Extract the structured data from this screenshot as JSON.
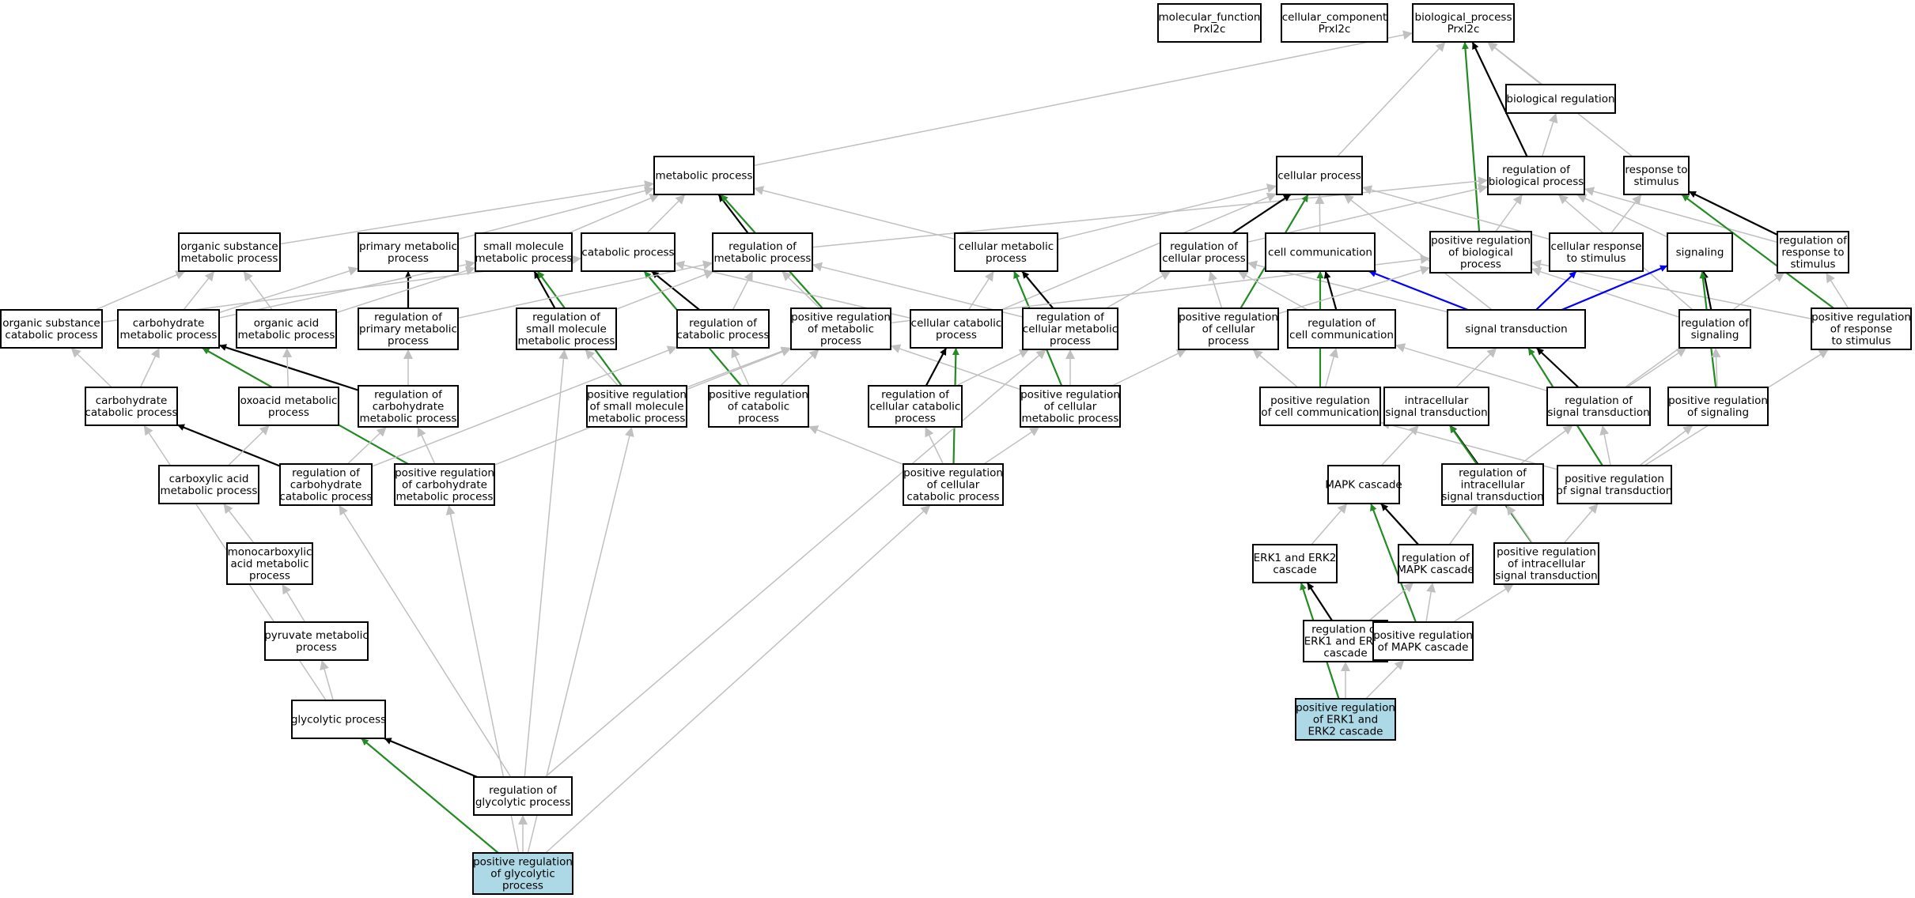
{
  "colors": {
    "is_a": "#c0c0c0",
    "regulates": "#000000",
    "positively_regulates": "#228b22",
    "part_of": "#0000ff",
    "highlight_fill": "#add8e6"
  },
  "nodes": [
    {
      "id": "mf",
      "lines": [
        "molecular_function",
        "Prxl2c"
      ]
    },
    {
      "id": "cc",
      "lines": [
        "cellular_component",
        "Prxl2c"
      ]
    },
    {
      "id": "bp",
      "lines": [
        "biological_process",
        "Prxl2c"
      ]
    },
    {
      "id": "breg",
      "lines": [
        "biological regulation"
      ]
    },
    {
      "id": "mp",
      "lines": [
        "metabolic process"
      ]
    },
    {
      "id": "cp",
      "lines": [
        "cellular process"
      ]
    },
    {
      "id": "rbp",
      "lines": [
        "regulation of",
        "biological process"
      ]
    },
    {
      "id": "rts",
      "lines": [
        "response to",
        "stimulus"
      ]
    },
    {
      "id": "osmp",
      "lines": [
        "organic substance",
        "metabolic process"
      ]
    },
    {
      "id": "pmp",
      "lines": [
        "primary metabolic",
        "process"
      ]
    },
    {
      "id": "smmp",
      "lines": [
        "small molecule",
        "metabolic process"
      ]
    },
    {
      "id": "catp",
      "lines": [
        "catabolic process"
      ]
    },
    {
      "id": "rmp",
      "lines": [
        "regulation of",
        "metabolic process"
      ]
    },
    {
      "id": "cmp",
      "lines": [
        "cellular metabolic",
        "process"
      ]
    },
    {
      "id": "rcp",
      "lines": [
        "regulation of",
        "cellular process"
      ]
    },
    {
      "id": "ccom",
      "lines": [
        "cell communication"
      ]
    },
    {
      "id": "prbp",
      "lines": [
        "positive regulation",
        "of biological",
        "process"
      ]
    },
    {
      "id": "crs",
      "lines": [
        "cellular response",
        "to stimulus"
      ]
    },
    {
      "id": "sig",
      "lines": [
        "signaling"
      ]
    },
    {
      "id": "rrs",
      "lines": [
        "regulation of",
        "response to",
        "stimulus"
      ]
    },
    {
      "id": "oscp",
      "lines": [
        "organic substance",
        "catabolic process"
      ]
    },
    {
      "id": "chmp",
      "lines": [
        "carbohydrate",
        "metabolic process"
      ]
    },
    {
      "id": "oamp",
      "lines": [
        "organic acid",
        "metabolic process"
      ]
    },
    {
      "id": "rpmp",
      "lines": [
        "regulation of",
        "primary metabolic",
        "process"
      ]
    },
    {
      "id": "rsmmp",
      "lines": [
        "regulation of",
        "small molecule",
        "metabolic process"
      ]
    },
    {
      "id": "rcatp",
      "lines": [
        "regulation of",
        "catabolic process"
      ]
    },
    {
      "id": "prmp",
      "lines": [
        "positive regulation",
        "of metabolic",
        "process"
      ]
    },
    {
      "id": "ccatp",
      "lines": [
        "cellular catabolic",
        "process"
      ]
    },
    {
      "id": "rcmp",
      "lines": [
        "regulation of",
        "cellular metabolic",
        "process"
      ]
    },
    {
      "id": "prcp",
      "lines": [
        "positive regulation",
        "of cellular",
        "process"
      ]
    },
    {
      "id": "rccom",
      "lines": [
        "regulation of",
        "cell communication"
      ]
    },
    {
      "id": "st",
      "lines": [
        "signal transduction"
      ]
    },
    {
      "id": "rsig",
      "lines": [
        "regulation of",
        "signaling"
      ]
    },
    {
      "id": "prrs",
      "lines": [
        "positive regulation",
        "of response",
        "to stimulus"
      ]
    },
    {
      "id": "chcp",
      "lines": [
        "carbohydrate",
        "catabolic process"
      ]
    },
    {
      "id": "oxmp",
      "lines": [
        "oxoacid metabolic",
        "process"
      ]
    },
    {
      "id": "rchmp",
      "lines": [
        "regulation of",
        "carbohydrate",
        "metabolic process"
      ]
    },
    {
      "id": "prsmmp",
      "lines": [
        "positive regulation",
        "of small molecule",
        "metabolic process"
      ]
    },
    {
      "id": "prcatp",
      "lines": [
        "positive regulation",
        "of catabolic",
        "process"
      ]
    },
    {
      "id": "rccatp",
      "lines": [
        "regulation of",
        "cellular catabolic",
        "process"
      ]
    },
    {
      "id": "prcmp",
      "lines": [
        "positive regulation",
        "of cellular",
        "metabolic process"
      ]
    },
    {
      "id": "prccom",
      "lines": [
        "positive regulation",
        "of cell communication"
      ]
    },
    {
      "id": "ist",
      "lines": [
        "intracellular",
        "signal transduction"
      ]
    },
    {
      "id": "rst",
      "lines": [
        "regulation of",
        "signal transduction"
      ]
    },
    {
      "id": "prsig",
      "lines": [
        "positive regulation",
        "of signaling"
      ]
    },
    {
      "id": "camp",
      "lines": [
        "carboxylic acid",
        "metabolic process"
      ]
    },
    {
      "id": "rchcp",
      "lines": [
        "regulation of",
        "carbohydrate",
        "catabolic process"
      ]
    },
    {
      "id": "prchmp",
      "lines": [
        "positive regulation",
        "of carbohydrate",
        "metabolic process"
      ]
    },
    {
      "id": "prccatp",
      "lines": [
        "positive regulation",
        "of cellular",
        "catabolic process"
      ]
    },
    {
      "id": "mapk",
      "lines": [
        "MAPK cascade"
      ]
    },
    {
      "id": "rist",
      "lines": [
        "regulation of",
        "intracellular",
        "signal transduction"
      ]
    },
    {
      "id": "prst",
      "lines": [
        "positive regulation",
        "of signal transduction"
      ]
    },
    {
      "id": "mcamp",
      "lines": [
        "monocarboxylic",
        "acid metabolic",
        "process"
      ]
    },
    {
      "id": "erk",
      "lines": [
        "ERK1 and ERK2",
        "cascade"
      ]
    },
    {
      "id": "rmapk",
      "lines": [
        "regulation of",
        "MAPK cascade"
      ]
    },
    {
      "id": "prist",
      "lines": [
        "positive regulation",
        "of intracellular",
        "signal transduction"
      ]
    },
    {
      "id": "pymp",
      "lines": [
        "pyruvate metabolic",
        "process"
      ]
    },
    {
      "id": "rerk",
      "lines": [
        "regulation of",
        "ERK1 and ERK2",
        "cascade"
      ]
    },
    {
      "id": "prmapk",
      "lines": [
        "positive regulation",
        "of MAPK cascade"
      ]
    },
    {
      "id": "glyc",
      "lines": [
        "glycolytic process"
      ]
    },
    {
      "id": "prerk",
      "lines": [
        "positive regulation",
        "of ERK1 and",
        "ERK2 cascade"
      ],
      "highlight": true
    },
    {
      "id": "rglyc",
      "lines": [
        "regulation of",
        "glycolytic process"
      ]
    },
    {
      "id": "prglyc",
      "lines": [
        "positive regulation",
        "of glycolytic",
        "process"
      ],
      "highlight": true
    }
  ],
  "edges": [
    [
      "mp",
      "bp",
      "is_a"
    ],
    [
      "cp",
      "bp",
      "is_a"
    ],
    [
      "breg",
      "bp",
      "is_a"
    ],
    [
      "rbp",
      "bp",
      "regulates"
    ],
    [
      "prbp",
      "bp",
      "positively_regulates"
    ],
    [
      "rts",
      "bp",
      "is_a"
    ],
    [
      "rbp",
      "breg",
      "is_a"
    ],
    [
      "osmp",
      "mp",
      "is_a"
    ],
    [
      "pmp",
      "mp",
      "is_a"
    ],
    [
      "smmp",
      "mp",
      "is_a"
    ],
    [
      "catp",
      "mp",
      "is_a"
    ],
    [
      "rmp",
      "mp",
      "regulates"
    ],
    [
      "prmp",
      "mp",
      "positively_regulates"
    ],
    [
      "cmp",
      "mp",
      "is_a"
    ],
    [
      "rmp",
      "rbp",
      "is_a"
    ],
    [
      "rcp",
      "cp",
      "regulates"
    ],
    [
      "ccom",
      "cp",
      "is_a"
    ],
    [
      "cmp",
      "cp",
      "is_a"
    ],
    [
      "prcp",
      "cp",
      "positively_regulates"
    ],
    [
      "st",
      "cp",
      "is_a"
    ],
    [
      "crs",
      "cp",
      "is_a"
    ],
    [
      "ccatp",
      "cp",
      "is_a"
    ],
    [
      "rcp",
      "rbp",
      "is_a"
    ],
    [
      "prbp",
      "rbp",
      "is_a"
    ],
    [
      "rrs",
      "rbp",
      "is_a"
    ],
    [
      "sig",
      "rbp",
      "is_a"
    ],
    [
      "rsig",
      "rbp",
      "is_a"
    ],
    [
      "crs",
      "rts",
      "is_a"
    ],
    [
      "rrs",
      "rts",
      "regulates"
    ],
    [
      "prrs",
      "rts",
      "positively_regulates"
    ],
    [
      "oscp",
      "osmp",
      "is_a"
    ],
    [
      "chmp",
      "osmp",
      "is_a"
    ],
    [
      "oamp",
      "osmp",
      "is_a"
    ],
    [
      "rpmp",
      "pmp",
      "regulates"
    ],
    [
      "chmp",
      "pmp",
      "is_a"
    ],
    [
      "rsmmp",
      "smmp",
      "regulates"
    ],
    [
      "prsmmp",
      "smmp",
      "positively_regulates"
    ],
    [
      "oamp",
      "smmp",
      "is_a"
    ],
    [
      "chmp",
      "smmp",
      "is_a"
    ],
    [
      "rcatp",
      "catp",
      "regulates"
    ],
    [
      "prcatp",
      "catp",
      "positively_regulates"
    ],
    [
      "oscp",
      "catp",
      "is_a"
    ],
    [
      "ccatp",
      "catp",
      "is_a"
    ],
    [
      "rpmp",
      "rmp",
      "is_a"
    ],
    [
      "rsmmp",
      "rmp",
      "is_a"
    ],
    [
      "rcatp",
      "rmp",
      "is_a"
    ],
    [
      "prmp",
      "rmp",
      "is_a"
    ],
    [
      "rcmp",
      "rmp",
      "is_a"
    ],
    [
      "rcmp",
      "cmp",
      "regulates"
    ],
    [
      "prcmp",
      "cmp",
      "positively_regulates"
    ],
    [
      "ccatp",
      "cmp",
      "is_a"
    ],
    [
      "rcmp",
      "rcp",
      "is_a"
    ],
    [
      "prcp",
      "rcp",
      "is_a"
    ],
    [
      "rccom",
      "rcp",
      "is_a"
    ],
    [
      "st",
      "rcp",
      "is_a"
    ],
    [
      "rccom",
      "ccom",
      "regulates"
    ],
    [
      "prccom",
      "ccom",
      "positively_regulates"
    ],
    [
      "st",
      "ccom",
      "part_of"
    ],
    [
      "prcp",
      "prbp",
      "is_a"
    ],
    [
      "prmp",
      "prbp",
      "is_a"
    ],
    [
      "prrs",
      "prbp",
      "is_a"
    ],
    [
      "rsig",
      "prbp",
      "is_a"
    ],
    [
      "st",
      "crs",
      "part_of"
    ],
    [
      "st",
      "sig",
      "part_of"
    ],
    [
      "rsig",
      "sig",
      "regulates"
    ],
    [
      "prsig",
      "sig",
      "positively_regulates"
    ],
    [
      "prrs",
      "rrs",
      "is_a"
    ],
    [
      "rst",
      "rrs",
      "is_a"
    ],
    [
      "chcp",
      "oscp",
      "is_a"
    ],
    [
      "chcp",
      "chmp",
      "is_a"
    ],
    [
      "rchmp",
      "chmp",
      "regulates"
    ],
    [
      "prchmp",
      "chmp",
      "positively_regulates"
    ],
    [
      "oxmp",
      "oamp",
      "is_a"
    ],
    [
      "rchmp",
      "rpmp",
      "is_a"
    ],
    [
      "prsmmp",
      "rsmmp",
      "is_a"
    ],
    [
      "prcatp",
      "rcatp",
      "is_a"
    ],
    [
      "rchcp",
      "rcatp",
      "is_a"
    ],
    [
      "prcatp",
      "prmp",
      "is_a"
    ],
    [
      "prsmmp",
      "prmp",
      "is_a"
    ],
    [
      "prcmp",
      "prmp",
      "is_a"
    ],
    [
      "prchmp",
      "prmp",
      "is_a"
    ],
    [
      "rccatp",
      "ccatp",
      "regulates"
    ],
    [
      "prccatp",
      "ccatp",
      "positively_regulates"
    ],
    [
      "rccatp",
      "rcmp",
      "is_a"
    ],
    [
      "prcmp",
      "rcmp",
      "is_a"
    ],
    [
      "rglyc",
      "rcmp",
      "is_a"
    ],
    [
      "prcmp",
      "prcp",
      "is_a"
    ],
    [
      "prccom",
      "prcp",
      "is_a"
    ],
    [
      "prccom",
      "rccom",
      "is_a"
    ],
    [
      "rst",
      "rccom",
      "is_a"
    ],
    [
      "ist",
      "st",
      "is_a"
    ],
    [
      "rst",
      "st",
      "regulates"
    ],
    [
      "prst",
      "st",
      "positively_regulates"
    ],
    [
      "rst",
      "rsig",
      "is_a"
    ],
    [
      "prsig",
      "rsig",
      "is_a"
    ],
    [
      "prst",
      "prsig",
      "is_a"
    ],
    [
      "prst",
      "prrs",
      "is_a"
    ],
    [
      "rchcp",
      "chcp",
      "regulates"
    ],
    [
      "glyc",
      "chcp",
      "is_a"
    ],
    [
      "camp",
      "oxmp",
      "is_a"
    ],
    [
      "rchcp",
      "rchmp",
      "is_a"
    ],
    [
      "prchmp",
      "rchmp",
      "is_a"
    ],
    [
      "rglyc",
      "rsmmp",
      "is_a"
    ],
    [
      "prccatp",
      "prcatp",
      "is_a"
    ],
    [
      "prccatp",
      "rccatp",
      "is_a"
    ],
    [
      "prccatp",
      "prcmp",
      "is_a"
    ],
    [
      "prst",
      "prccom",
      "is_a"
    ],
    [
      "mapk",
      "ist",
      "is_a"
    ],
    [
      "rist",
      "ist",
      "regulates"
    ],
    [
      "prist",
      "ist",
      "positively_regulates"
    ],
    [
      "rist",
      "rst",
      "is_a"
    ],
    [
      "prst",
      "rst",
      "is_a"
    ],
    [
      "mcamp",
      "camp",
      "is_a"
    ],
    [
      "rglyc",
      "rchcp",
      "is_a"
    ],
    [
      "prglyc",
      "prchmp",
      "is_a"
    ],
    [
      "erk",
      "mapk",
      "is_a"
    ],
    [
      "rmapk",
      "mapk",
      "regulates"
    ],
    [
      "prmapk",
      "mapk",
      "positively_regulates"
    ],
    [
      "prist",
      "rist",
      "is_a"
    ],
    [
      "rmapk",
      "rist",
      "is_a"
    ],
    [
      "prist",
      "prst",
      "is_a"
    ],
    [
      "pymp",
      "mcamp",
      "is_a"
    ],
    [
      "rerk",
      "erk",
      "regulates"
    ],
    [
      "prerk",
      "erk",
      "positively_regulates"
    ],
    [
      "rerk",
      "rmapk",
      "is_a"
    ],
    [
      "prmapk",
      "rmapk",
      "is_a"
    ],
    [
      "prmapk",
      "prist",
      "is_a"
    ],
    [
      "glyc",
      "pymp",
      "is_a"
    ],
    [
      "prerk",
      "rerk",
      "is_a"
    ],
    [
      "prerk",
      "prmapk",
      "is_a"
    ],
    [
      "rglyc",
      "glyc",
      "regulates"
    ],
    [
      "prglyc",
      "glyc",
      "positively_regulates"
    ],
    [
      "prglyc",
      "rglyc",
      "is_a"
    ],
    [
      "prglyc",
      "prccatp",
      "is_a"
    ],
    [
      "prglyc",
      "prsmmp",
      "is_a"
    ]
  ]
}
